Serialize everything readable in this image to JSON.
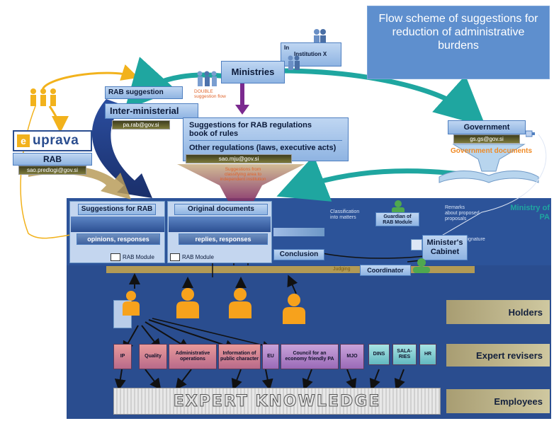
{
  "title": "Flow scheme of suggestions for reduction of administrative burdens",
  "top": {
    "ministries": "Ministries",
    "institution_x": "Institution X",
    "institution_1": "In",
    "rab_suggestion": "RAB suggestion",
    "inter_ministerial": "Inter-ministerial",
    "inter_email": "pa.rab@gov.si",
    "double_flow": "DOUBLE\nsuggestion flow",
    "regs_title": "Suggestions for RAB regulations\nbook of rules",
    "regs_other": "Other regulations (laws, executive acts)",
    "regs_email": "sao.mju@gov.si",
    "regs_red_note": "Suggestions from\nclassifying area to\nindependent institution",
    "government": "Government",
    "government_email": "gs.gs@gov.si",
    "government_documents": "Government documents",
    "upravа_logo": "uprava",
    "rab": "RAB",
    "rab_email": "sao.predlogi@gov.si"
  },
  "ministry": {
    "label": "Ministry of PA",
    "suggestions_for_rab": "Suggestions for RAB",
    "original_documents": "Original documents",
    "opinions": "opinions, responses",
    "replies": "replies, responses",
    "rab_module_left": "RAB Module",
    "rab_module_mid": "RAB Module",
    "conclusion": "Conclusion",
    "classification": "Classification\ninto matters",
    "guardian": "Guardian of\nRAB Module",
    "remarks": "Remarks\nabout proposed\nproposals",
    "signature": "signature",
    "ministers_cabinet": "Minister's\nCabinet",
    "judging": "Judging",
    "coordinator": "Coordinator"
  },
  "labels": {
    "holders": "Holders",
    "expert_revisers": "Expert revisers",
    "employees": "Employees",
    "expert_knowledge": "EXPERT KNOWLEDGE"
  },
  "expert_boxes": [
    {
      "label": "IP"
    },
    {
      "label": "Quality"
    },
    {
      "label": "Administrative operations"
    },
    {
      "label": "Information of public character"
    },
    {
      "label": "EU"
    },
    {
      "label": "Council for an economy friendly PA"
    },
    {
      "label": "MJO"
    },
    {
      "label": "DINS"
    },
    {
      "label": "SALA-RIES"
    },
    {
      "label": "HR"
    }
  ],
  "colors": {
    "title_bg": "#5e8fce",
    "ministry_bg": "#2a4d8f",
    "arrow_navy": "#1f3a7a",
    "arrow_teal": "#1fa6a0",
    "arrow_purple": "#7b2a8f",
    "arrow_yellow": "#f2b21c",
    "holder_orange": "#f7a21c",
    "label_tan": "#b9b08a"
  }
}
